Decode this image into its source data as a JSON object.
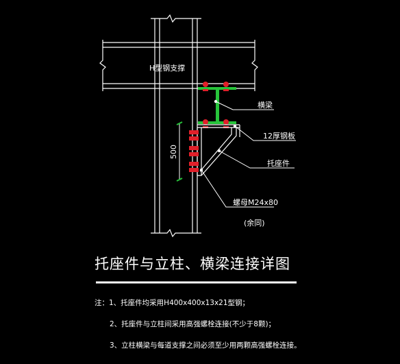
{
  "labels": {
    "beam_h": "H型钢支撑",
    "crossbeam": "横梁",
    "plate": "12厚钢板",
    "bracket": "托座件",
    "dimension": "500",
    "nut": "螺母M24x80",
    "same": "(余同)"
  },
  "title": "托座件与立柱、横梁连接详图",
  "notes": [
    "注：1、托座件均采用H400x400x13x21型钢；",
    "2、托座件与立柱间采用高强螺栓连接(不少于8颗)；",
    "3、立柱横梁与每道支撑之间必须至少用两颗高强螺栓连接。"
  ],
  "colors": {
    "background": "#000000",
    "line": "#ffffff",
    "bolt": "#e0202a",
    "accent": "#27c43b"
  }
}
